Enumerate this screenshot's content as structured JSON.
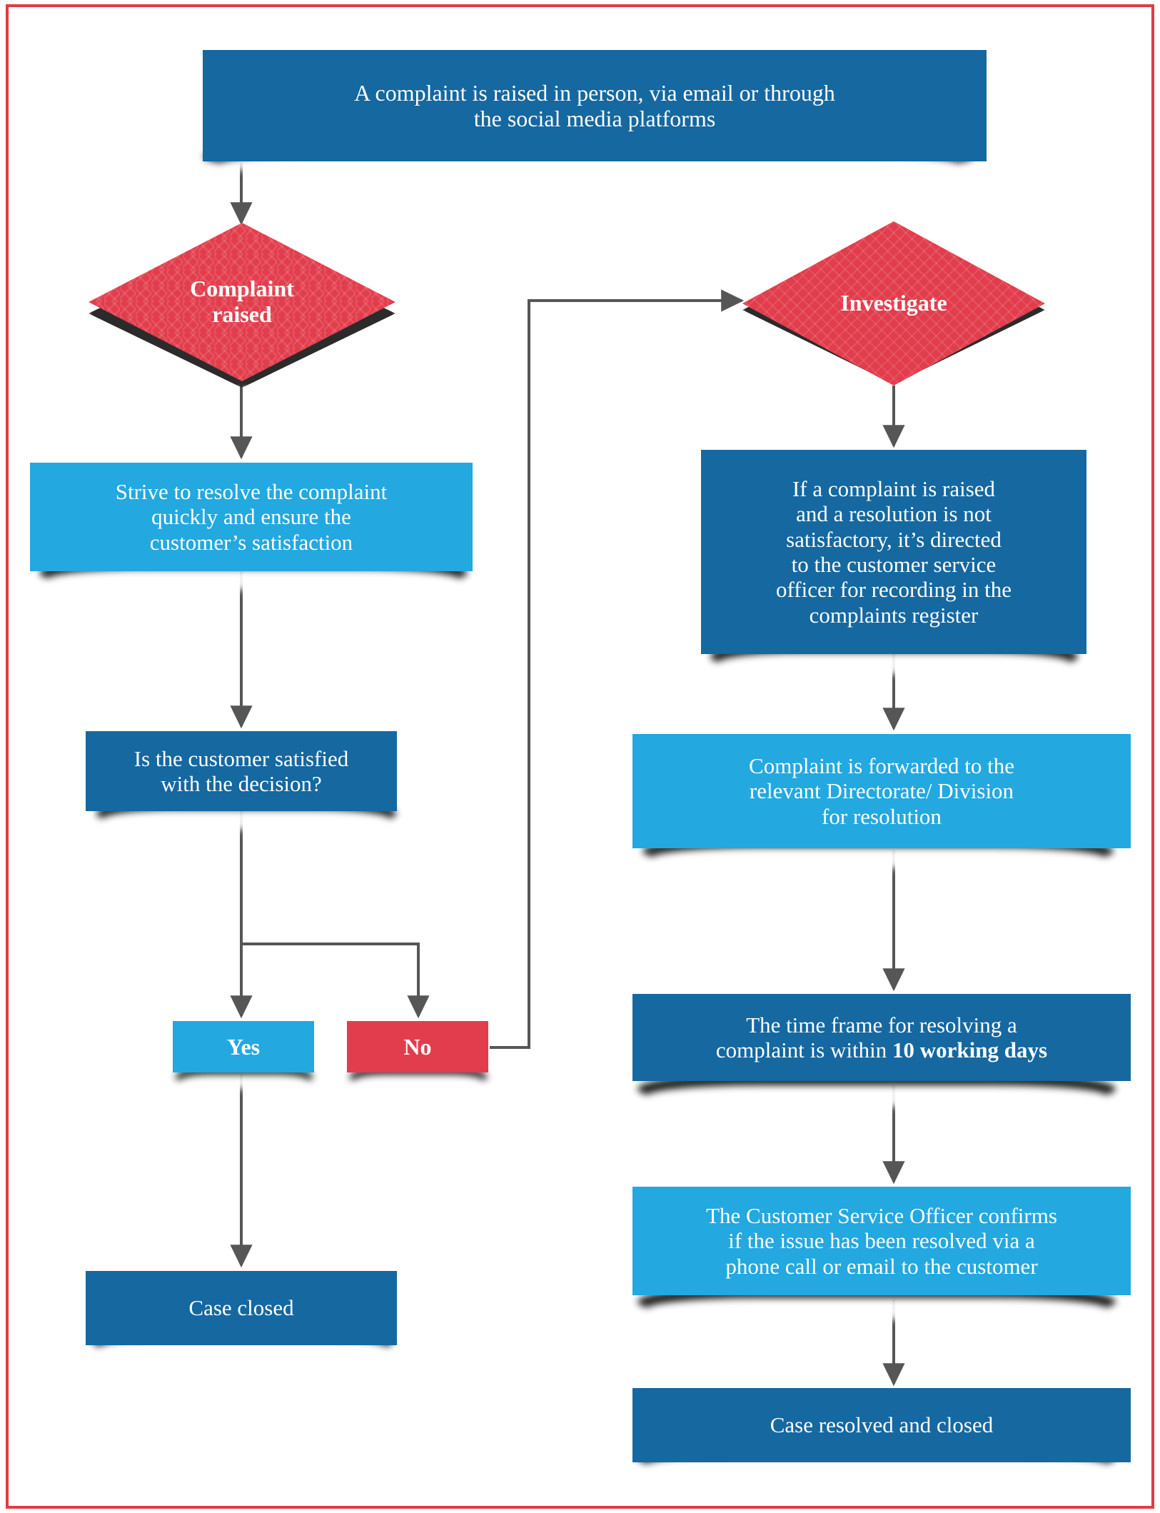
{
  "title": "Complaints handling process flowchart",
  "colors": {
    "dark_blue": "#1568a0",
    "light_blue": "#23a8e0",
    "red": "#e23d4c",
    "border_red": "#e03c46",
    "connector_gray": "#565656",
    "shadow": "#1a1a1a",
    "text": "#ffffff"
  },
  "nodes": {
    "start": {
      "id": "complaint-raised-entry",
      "shape": "rectangle",
      "color": "dark_blue",
      "text": "A complaint is raised in person, via email or through\nthe social media platforms"
    },
    "decision_complaint_raised": {
      "id": "complaint-raised-decision",
      "shape": "diamond",
      "color": "red",
      "pattern": "chevron",
      "text": "Complaint\nraised"
    },
    "decision_investigate": {
      "id": "investigate-decision",
      "shape": "diamond",
      "color": "red",
      "pattern": "grid",
      "text": "Investigate"
    },
    "strive": {
      "id": "strive-to-resolve",
      "shape": "rectangle",
      "color": "light_blue",
      "text": "Strive to resolve the complaint\nquickly and ensure the\ncustomer’s satisfaction"
    },
    "escalate": {
      "id": "escalate-to-cso",
      "shape": "rectangle",
      "color": "dark_blue",
      "text": "If a complaint is raised\nand a resolution is not\nsatisfactory, it’s directed\nto the customer service\nofficer for recording in the\ncomplaints register"
    },
    "satisfied_question": {
      "id": "is-customer-satisfied",
      "shape": "rectangle",
      "color": "dark_blue",
      "text": "Is the customer satisfied\nwith the decision?"
    },
    "forwarded": {
      "id": "forwarded-to-directorate",
      "shape": "rectangle",
      "color": "light_blue",
      "text": "Complaint is forwarded to the\nrelevant Directorate/ Division\nfor resolution"
    },
    "yes": {
      "id": "yes-outcome",
      "shape": "rectangle",
      "color": "light_blue",
      "text": "Yes"
    },
    "no": {
      "id": "no-outcome",
      "shape": "rectangle",
      "color": "red",
      "text": "No"
    },
    "timeframe": {
      "id": "resolution-timeframe",
      "shape": "rectangle",
      "color": "dark_blue",
      "text_prefix": "The time frame for resolving a\ncomplaint is within ",
      "text_bold": "10 working days"
    },
    "confirm": {
      "id": "cso-confirms-resolution",
      "shape": "rectangle",
      "color": "light_blue",
      "text": "The Customer Service Officer confirms\nif the issue has been resolved via a\nphone call or email to the customer"
    },
    "case_closed": {
      "id": "case-closed",
      "shape": "rectangle",
      "color": "dark_blue",
      "text": "Case closed"
    },
    "case_resolved_closed": {
      "id": "case-resolved-and-closed",
      "shape": "rectangle",
      "color": "dark_blue",
      "text": "Case resolved and closed"
    }
  },
  "connectors": [
    {
      "name": "start-to-complaint-raised",
      "from": "start",
      "to": "decision_complaint_raised",
      "arrow": true
    },
    {
      "name": "complaint-raised-to-strive",
      "from": "decision_complaint_raised",
      "to": "strive",
      "arrow": true
    },
    {
      "name": "strive-to-satisfied-question",
      "from": "strive",
      "to": "satisfied_question",
      "arrow": true
    },
    {
      "name": "satisfied-question-to-yes",
      "from": "satisfied_question",
      "to": "yes",
      "arrow": true
    },
    {
      "name": "satisfied-question-to-no",
      "from": "satisfied_question",
      "to": "no",
      "arrow": true
    },
    {
      "name": "no-to-investigate",
      "from": "no",
      "to": "decision_investigate",
      "arrow": true
    },
    {
      "name": "yes-to-case-closed",
      "from": "yes",
      "to": "case_closed",
      "arrow": true
    },
    {
      "name": "investigate-to-escalate",
      "from": "decision_investigate",
      "to": "escalate",
      "arrow": true
    },
    {
      "name": "escalate-to-forwarded",
      "from": "escalate",
      "to": "forwarded",
      "arrow": true
    },
    {
      "name": "forwarded-to-timeframe",
      "from": "forwarded",
      "to": "timeframe",
      "arrow": true
    },
    {
      "name": "timeframe-to-confirm",
      "from": "timeframe",
      "to": "confirm",
      "arrow": true
    },
    {
      "name": "confirm-to-case-resolved",
      "from": "confirm",
      "to": "case_resolved_closed",
      "arrow": true
    }
  ]
}
